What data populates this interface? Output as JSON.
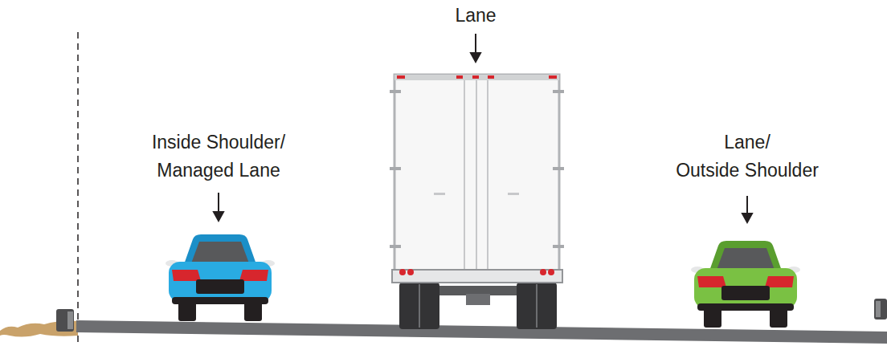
{
  "diagram": {
    "labels": [
      "Lane",
      "Inside Shoulder/ Managed Lane",
      "Lane/ Outside Shoulder"
    ]
  }
}
